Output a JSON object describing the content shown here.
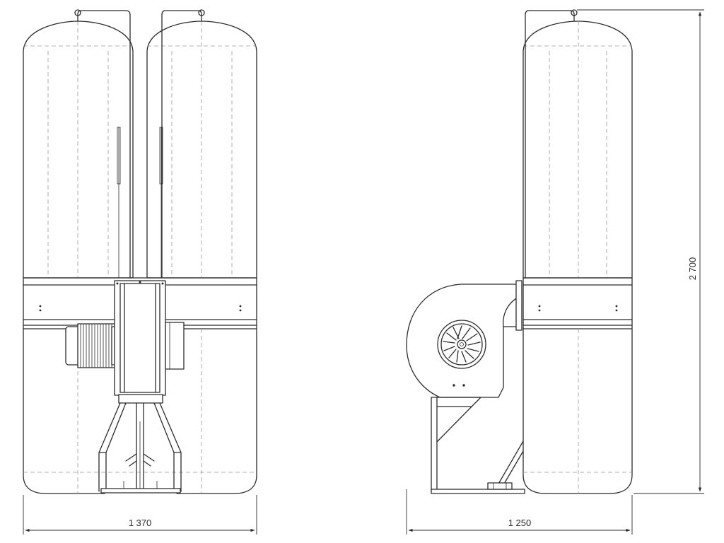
{
  "dimensions": {
    "width_front": "1 370",
    "width_side": "1 250",
    "height": "2 700"
  }
}
